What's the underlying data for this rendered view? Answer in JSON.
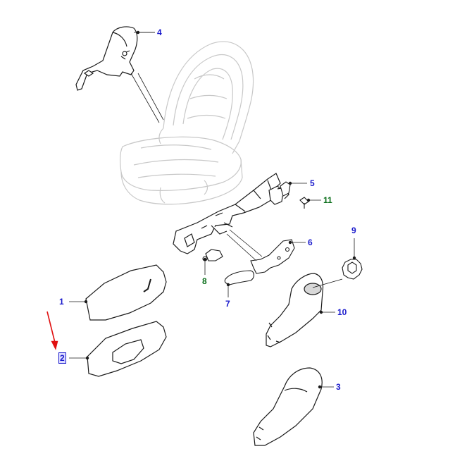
{
  "callouts": {
    "c1": "1",
    "c2": "2",
    "c3": "3",
    "c4": "4",
    "c5": "5",
    "c6": "6",
    "c7": "7",
    "c8": "8",
    "c9": "9",
    "c10": "10",
    "c11": "11"
  },
  "selected_callout": "2",
  "colors": {
    "line": "#1a1a1a",
    "ghost": "#c8c8c8",
    "callout_blue": "#1a1acc",
    "callout_green": "#0a6e1a",
    "pointer_red": "#e01010"
  },
  "icons": [
    "red-arrow-icon"
  ]
}
